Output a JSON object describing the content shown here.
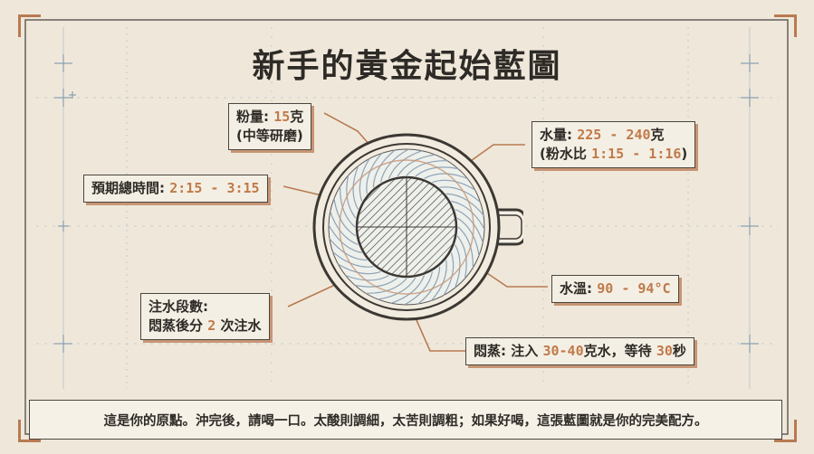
{
  "title": "新手的黃金起始藍圖",
  "labels": {
    "powder": {
      "prefix": "粉量: ",
      "value": "15",
      "suffix": "克",
      "line2": "(中等研磨)"
    },
    "water": {
      "prefix": "水量: ",
      "value": "225 - 240",
      "suffix": "克",
      "line2_prefix": "(粉水比 ",
      "line2_value": "1:15 - 1:16",
      "line2_suffix": ")"
    },
    "total_time": {
      "prefix": "預期總時間: ",
      "value": "2:15 - 3:15"
    },
    "temperature": {
      "prefix": "水溫: ",
      "value": "90 - 94°C"
    },
    "pours": {
      "line1": "注水段數:",
      "line2_prefix": "悶蒸後分 ",
      "line2_value": "2",
      "line2_suffix": " 次注水"
    },
    "bloom": {
      "prefix": "悶蒸: 注入 ",
      "value1": "30-40",
      "middle": "克水，等待 ",
      "value2": "30",
      "suffix": "秒"
    }
  },
  "footer": "這是你的原點。沖完後，請喝一口。太酸則調細，太苦則調粗；如果好喝，這張藍圖就是你的完美配方。",
  "colors": {
    "background": "#efe8da",
    "ink": "#2e2b27",
    "accent": "#c07a4a",
    "blueprint_grid": "#9fb2c4",
    "leader_line": "#b87a52",
    "swirl": "#8ea3b5"
  }
}
